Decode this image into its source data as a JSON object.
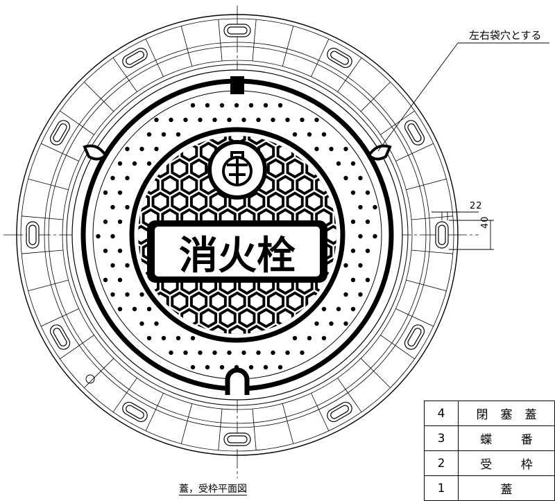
{
  "drawing": {
    "emblem_text": "消火栓",
    "note_holes": "左右袋穴とする",
    "dim_width": "22",
    "dim_height": "40",
    "caption": "蓋，受枠平面図"
  },
  "parts": [
    {
      "no": "4",
      "name": "閉塞蓋"
    },
    {
      "no": "3",
      "name": "蝶 番"
    },
    {
      "no": "2",
      "name": "受 枠"
    },
    {
      "no": "1",
      "name": "蓋"
    }
  ]
}
